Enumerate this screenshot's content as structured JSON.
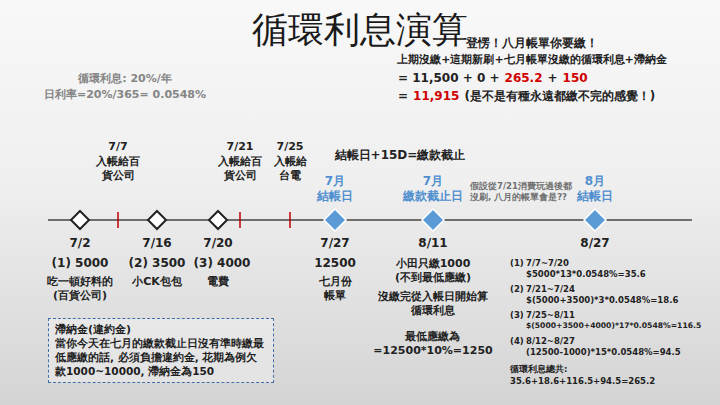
{
  "diagram": {
    "title": "循環利息演算",
    "nodes": [
      {
        "text": [
          "滯納金(違約金)",
          "當你今天在七月的繳款截止日沒有準時繳最低應繳的話, 必須負擔違約金, 花期為例欠款1000~10000, 滯納金為150"
        ]
      }
    ],
    "labels": [
      "循環利息: 20%/年",
      "日利率=20%/365= 0.0548%",
      "登愣！八月帳單你要繳！",
      "上期沒繳+這期新刷+七月帳單沒繳的循環利息+滯納金",
      "= 11,500 + 0 +",
      "265.2",
      "+",
      "150",
      "=",
      "11,915",
      "(是不是有種永遠都繳不完的感覺！)",
      "結帳日+15D=繳款截止",
      "7/7",
      "入帳給百貨公司",
      "7/21",
      "入帳給百貨公司",
      "7/25",
      "入帳給台電",
      "7月 結帳日",
      "7月 繳款截止日",
      "假設從7/21消費玩過後都沒刷, 八月的帳單會是??",
      "8月 結帳日",
      "7/2",
      "(1) 5000",
      "吃一頓好料的 (百貨公司)",
      "7/16",
      "(2) 3500",
      "小CK包包",
      "7/20",
      "(3) 4000",
      "電費",
      "7/27",
      "12500",
      "七月份 帳單",
      "8/11",
      "小田只繳1000 (不到最低應繳)",
      "沒繳完從入帳日開始算循環利息",
      "最低應繳為 =12500*10%=1250",
      "8/27",
      "(1)",
      "7/7~7/20",
      "$5000*13*0.0548%=35.6",
      "(2)",
      "7/21~7/24",
      "$(5000+3500)*3*0.0548%=18.6",
      "(3)",
      "7/25~8/11",
      "$(5000+3500+4000)*17*0.0548%=116.5",
      "(4)",
      "8/12~8/27",
      "(12500-1000)*15*0.0548%=94.5",
      "循環利息總共:",
      "35.6+18.6+116.5+94.5=265.2"
    ]
  }
}
